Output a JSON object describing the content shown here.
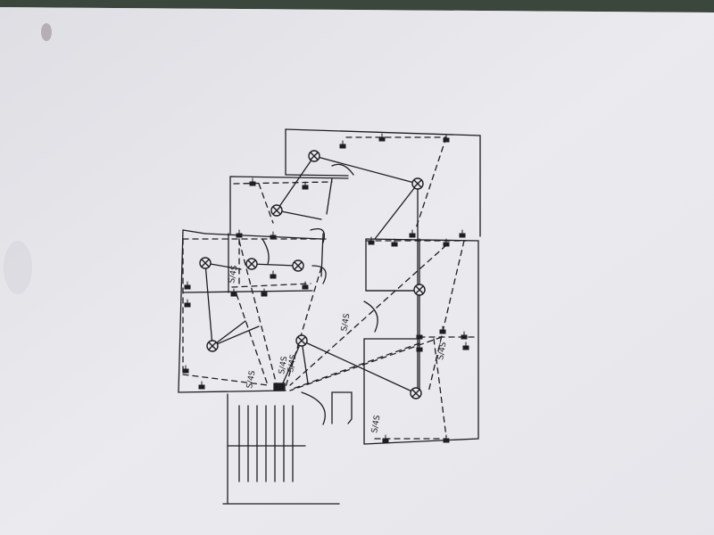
{
  "colors": {
    "background_top": "#2f3a32",
    "paper": "#e9e9ee",
    "ink": "#1e1e22"
  },
  "labels": {
    "l1": "S/4S",
    "l2": "S/4S",
    "l3": "S/4S",
    "l4": "S/4S",
    "l5": "S/4S",
    "l6": "S/4S",
    "l7": "S/4S"
  },
  "icons": {
    "lamp": "lamp-circle-cross-icon",
    "socket": "socket-t-icon",
    "panel": "distribution-board-icon"
  }
}
